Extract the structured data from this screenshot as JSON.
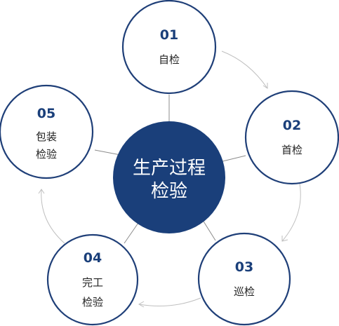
{
  "center": {
    "line1": "生产过程",
    "line2": "检验"
  },
  "steps": [
    {
      "number": "01",
      "lines": [
        "自检"
      ]
    },
    {
      "number": "02",
      "lines": [
        "首检"
      ]
    },
    {
      "number": "03",
      "lines": [
        "巡检"
      ]
    },
    {
      "number": "04",
      "lines": [
        "完工",
        "检验"
      ]
    },
    {
      "number": "05",
      "lines": [
        "包装",
        "检验"
      ]
    }
  ],
  "colors": {
    "primary": "#1a3f7a",
    "outline": "#1f3f78",
    "arrow": "#bfbfbf",
    "spoke": "#8c8c8c"
  }
}
